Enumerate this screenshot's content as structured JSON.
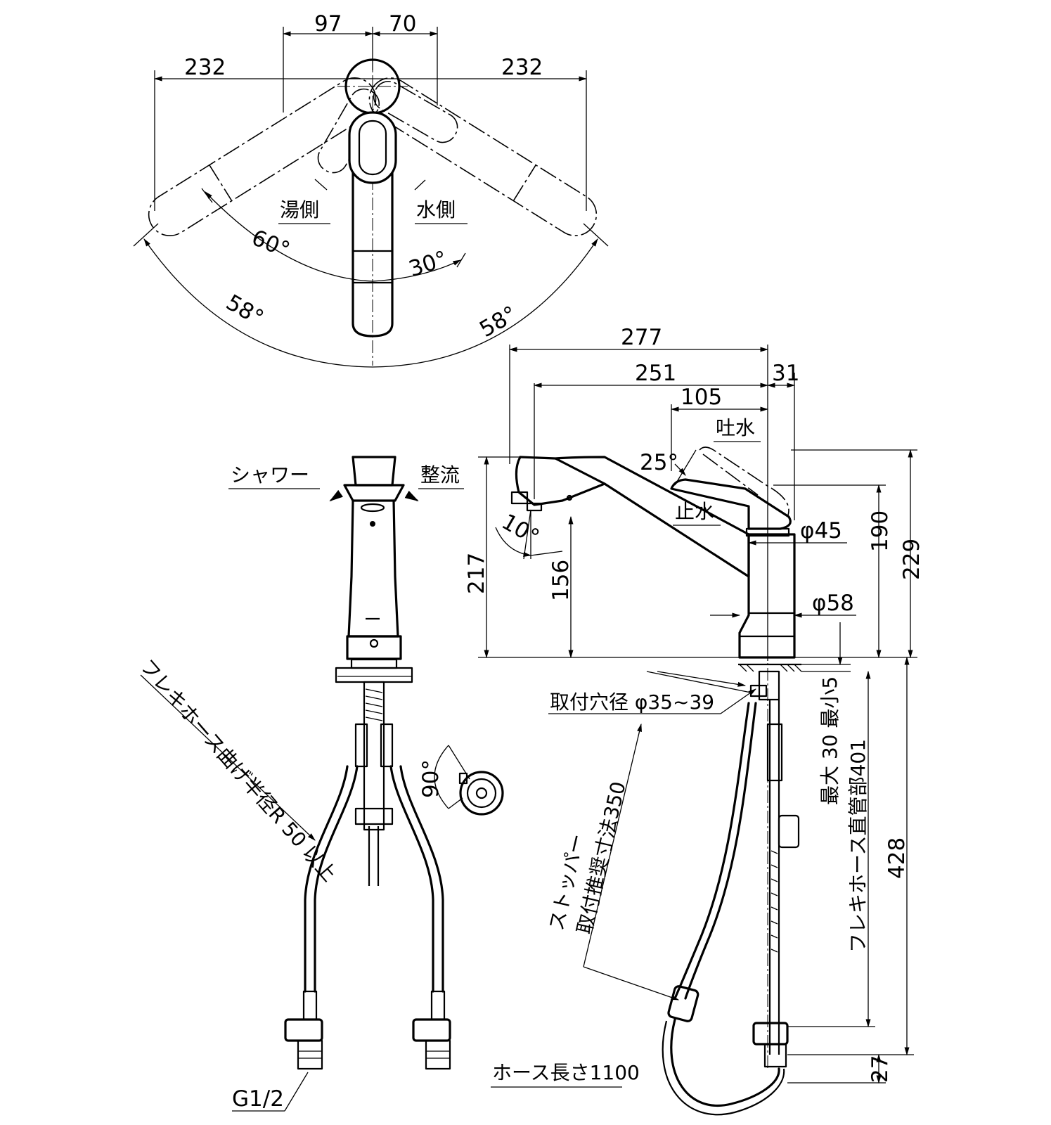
{
  "top_view": {
    "dim_97": "97",
    "dim_70": "70",
    "dim_232_left": "232",
    "dim_232_right": "232",
    "hot_side": "湯側",
    "cold_side": "水側",
    "angle_60": "60°",
    "angle_30": "30°",
    "angle_58_left": "58°",
    "angle_58_right": "58°"
  },
  "side_view": {
    "dim_277": "277",
    "dim_251": "251",
    "dim_31": "31",
    "dim_105": "105",
    "spout_water": "吐水",
    "angle_25": "25°",
    "stop_water": "止水",
    "dia_45": "φ45",
    "dim_190": "190",
    "dim_229": "229",
    "angle_10": "10°",
    "dim_217": "217",
    "dim_156": "156",
    "dia_58": "φ58",
    "mount_hole": "取付穴径 φ35~39",
    "thickness_range": "最大 30 最小5",
    "flex_hose_straight": "フレキホース直管部401",
    "dim_428": "428",
    "stopper_label_1": "ストッパー",
    "stopper_label_2": "取付推奨寸法350",
    "hose_length": "ホース長さ1100",
    "dim_27": "27"
  },
  "front_view": {
    "shower": "シャワー",
    "straight_flow": "整流",
    "bend_radius": "フレキホース曲げ半径R 50 以上",
    "angle_90": "90°",
    "thread": "G1/2"
  }
}
